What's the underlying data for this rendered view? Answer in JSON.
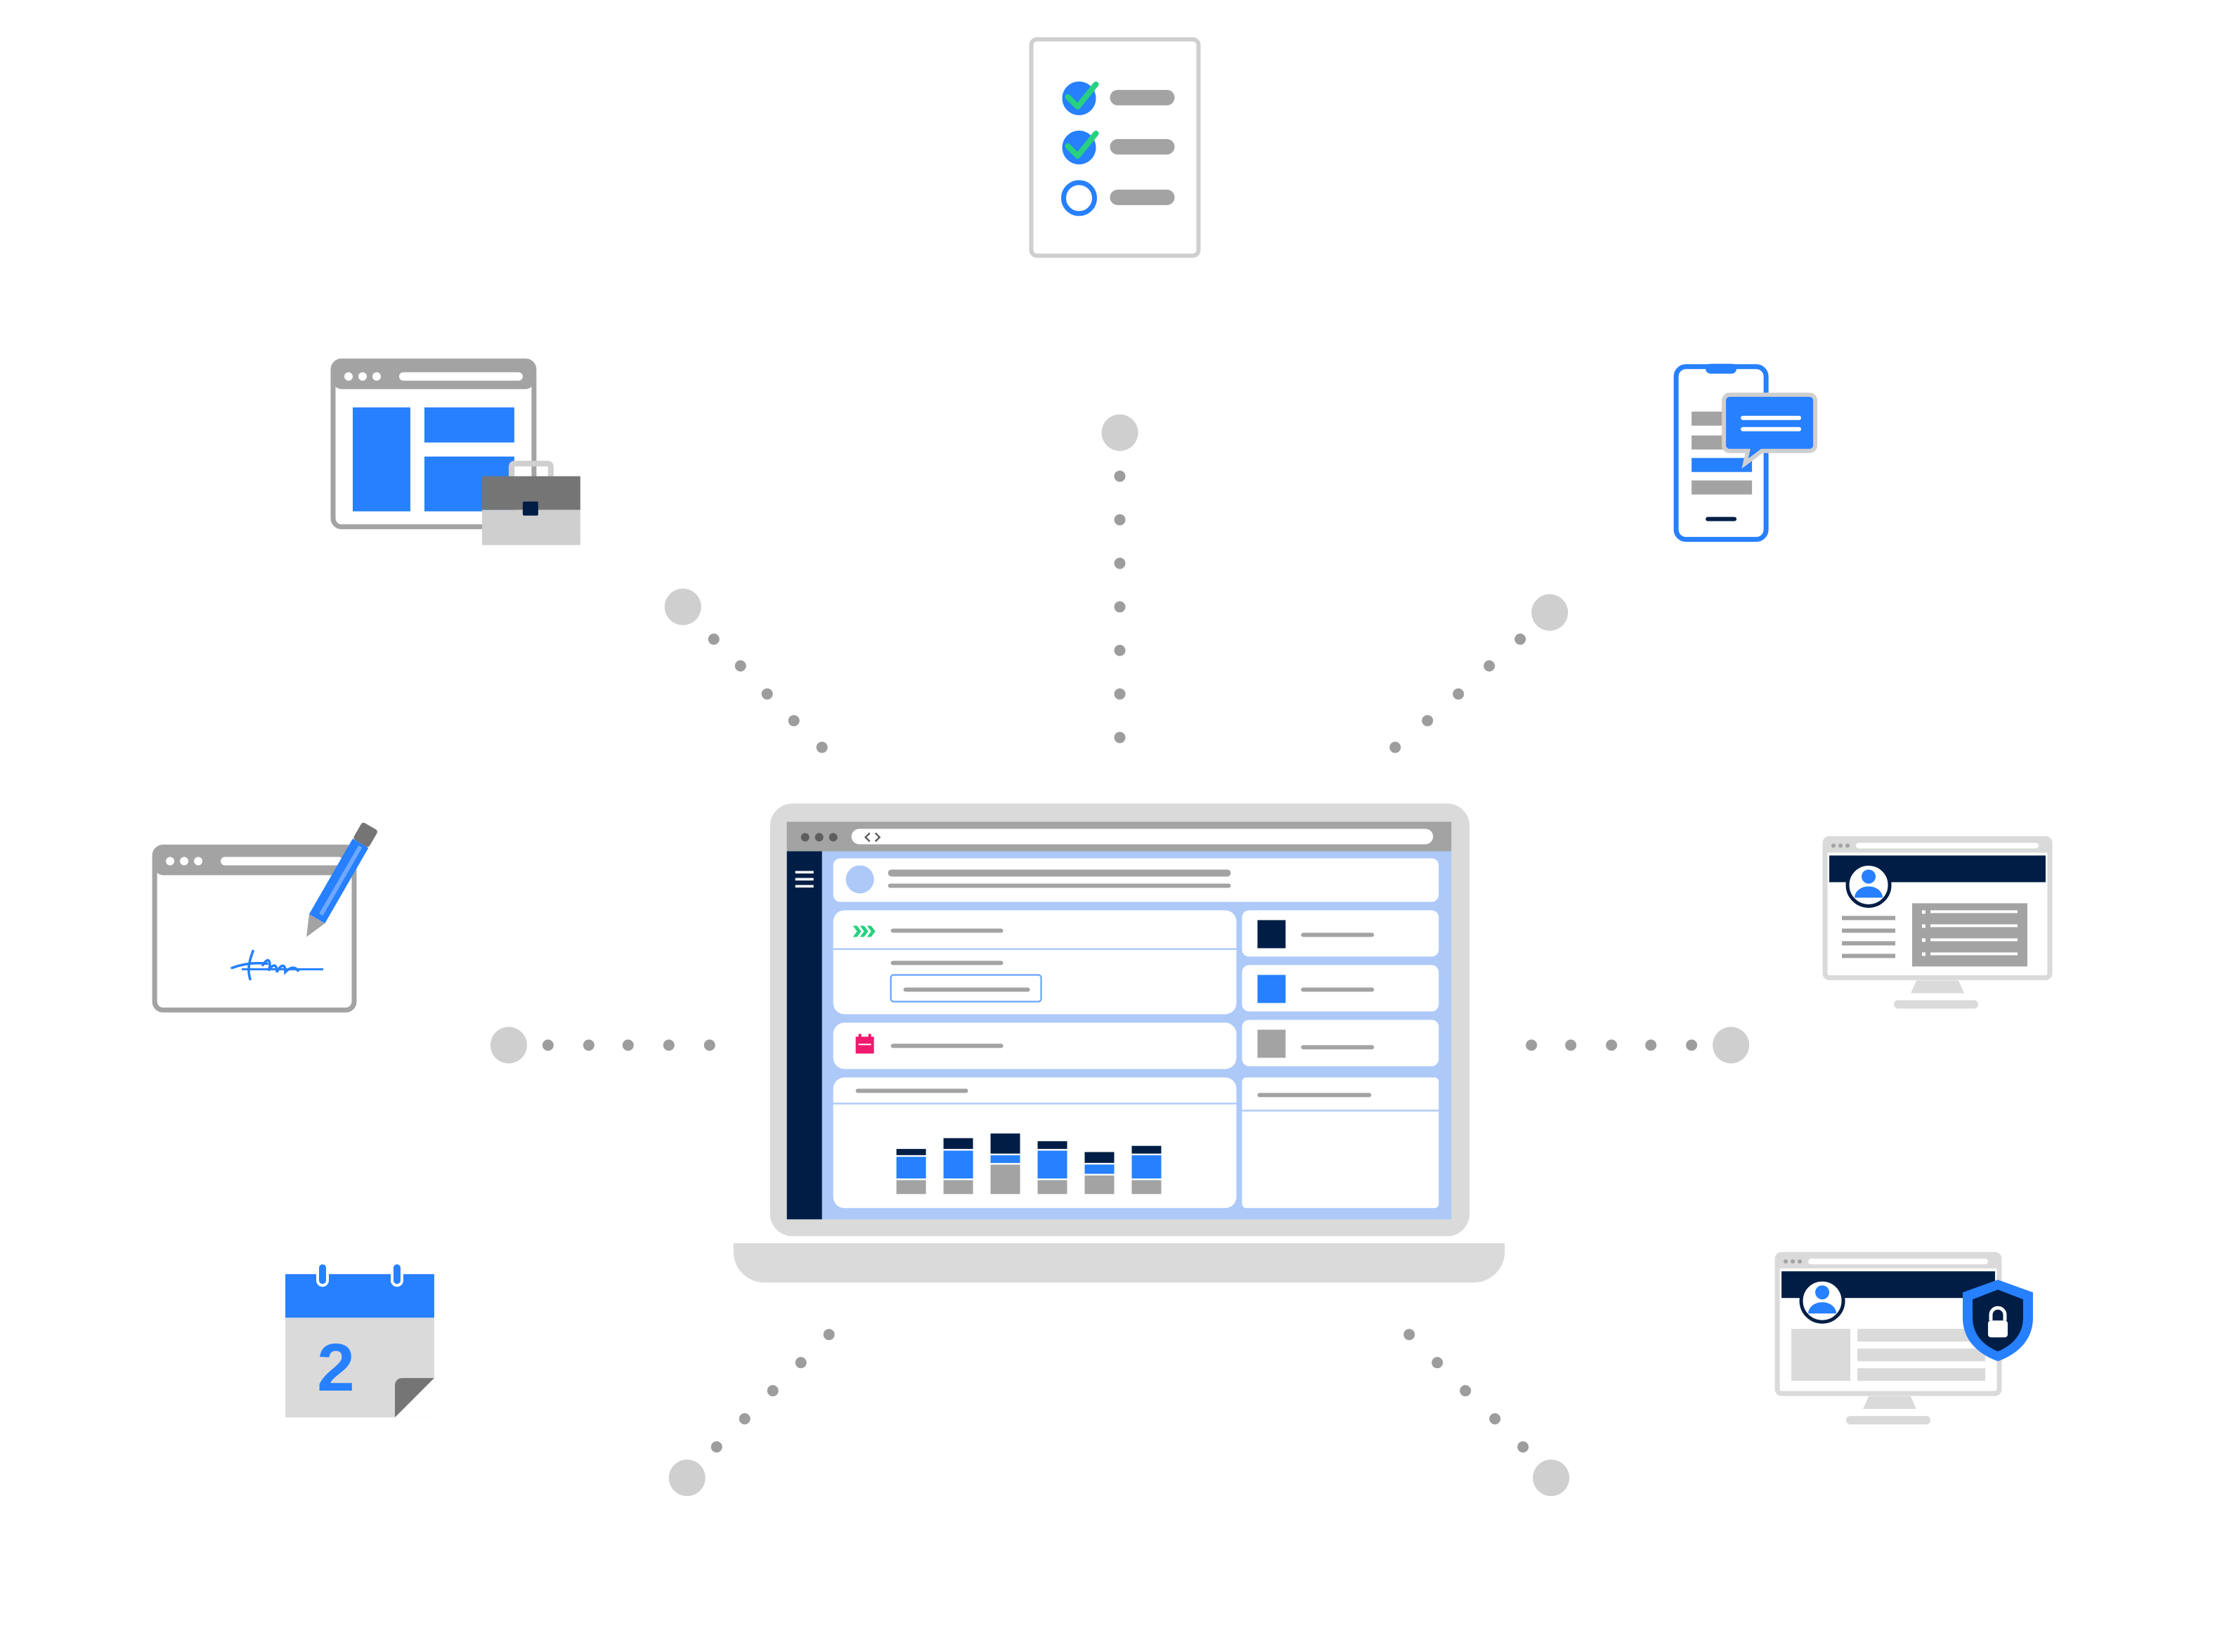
{
  "illustration": {
    "center": {
      "name": "laptop-dashboard"
    },
    "calendar_icon": {
      "day_number": "2"
    },
    "colors": {
      "blue": "#2680FF",
      "navy": "#001E45",
      "gray": "#A3A3A3",
      "light_gray": "#DADADA",
      "light_blue": "#ACC9F8",
      "green": "#27D17F",
      "pink": "#F0196E",
      "dot": "#CFCFCF",
      "dot_small": "#9D9D9D"
    },
    "chart_bars": [
      {
        "navy": 0.2,
        "blue": 0.7,
        "gray": 0.45
      },
      {
        "navy": 0.35,
        "blue": 0.9,
        "gray": 0.45
      },
      {
        "navy": 0.65,
        "blue": 0.25,
        "gray": 0.95
      },
      {
        "navy": 0.25,
        "blue": 0.9,
        "gray": 0.45
      },
      {
        "navy": 0.35,
        "blue": 0.3,
        "gray": 0.6
      },
      {
        "navy": 0.25,
        "blue": 0.75,
        "gray": 0.45
      }
    ],
    "icons": [
      "checklist-icon",
      "browser-briefcase-icon",
      "mobile-chat-icon",
      "e-signature-icon",
      "user-profile-monitor-icon",
      "calendar-icon",
      "secure-profile-monitor-icon"
    ]
  }
}
